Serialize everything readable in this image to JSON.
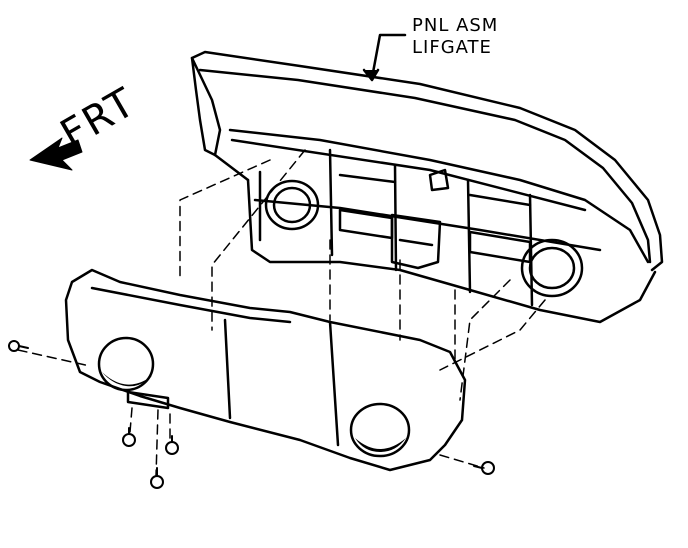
{
  "callout": {
    "line1": "PNL ASM",
    "line2": "LIFGATE"
  },
  "direction": {
    "label": "FRT",
    "arrow_icon": "front-direction-arrow-icon"
  },
  "colors": {
    "ink": "#000000",
    "background": "#ffffff"
  }
}
